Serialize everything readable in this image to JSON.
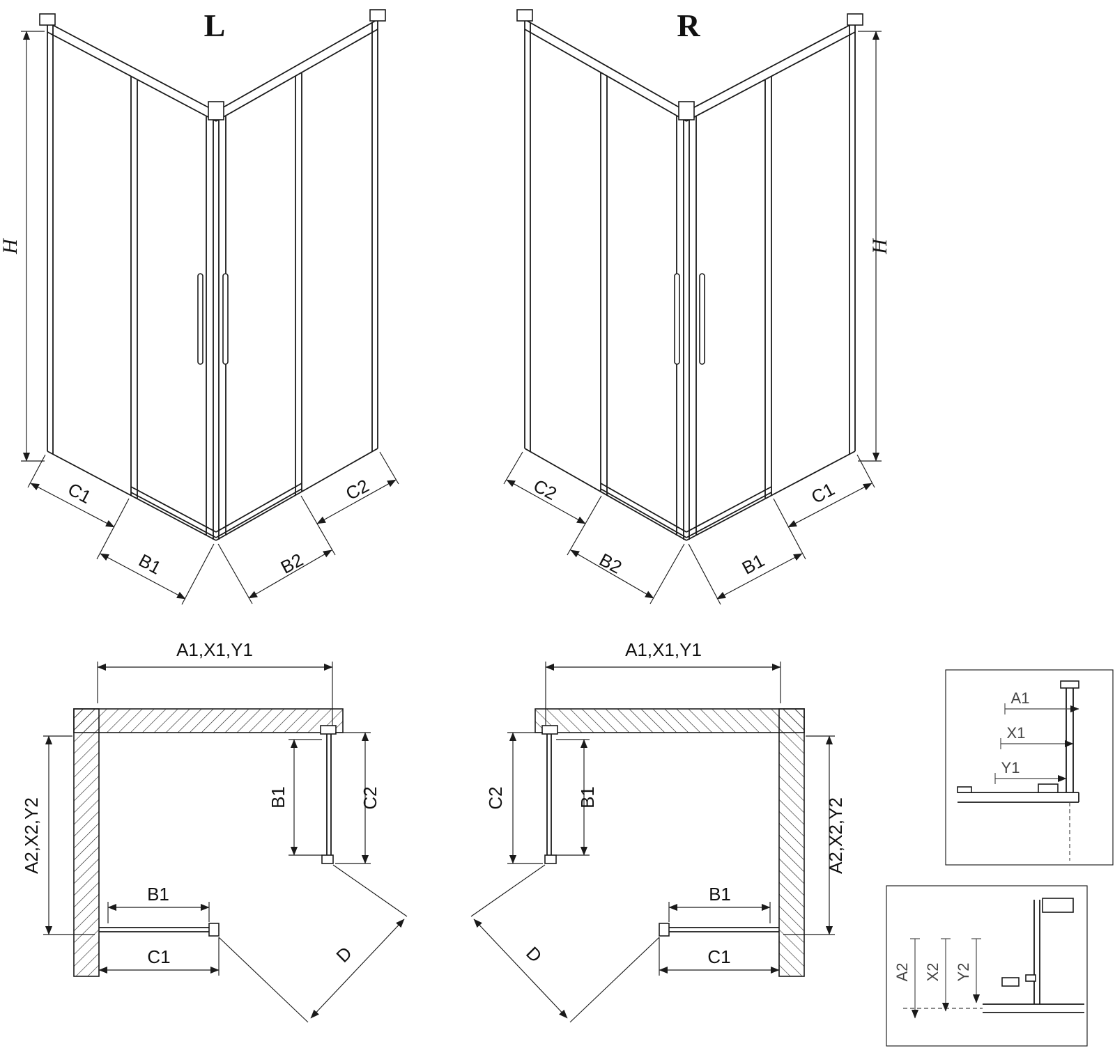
{
  "views": {
    "iso_left": {
      "title": "L",
      "height_label": "H",
      "base_labels": {
        "outer_left": "C1",
        "inner_left": "B1",
        "inner_right": "B2",
        "outer_right": "C2"
      }
    },
    "iso_right": {
      "title": "R",
      "height_label": "H",
      "base_labels": {
        "outer_left": "C2",
        "inner_left": "B2",
        "inner_right": "B1",
        "outer_right": "C1"
      }
    },
    "plan_left": {
      "width_label": "A1,X1,Y1",
      "depth_label": "A2,X2,Y2",
      "door_side_label": "B1",
      "fixed_side_label": "C2",
      "door_bottom_label": "B1",
      "fixed_bottom_label": "C1",
      "diagonal_label": "D"
    },
    "plan_right": {
      "width_label": "A1,X1,Y1",
      "depth_label": "A2,X2,Y2",
      "door_side_label": "B1",
      "fixed_side_label": "C2",
      "door_bottom_label": "B1",
      "fixed_bottom_label": "C1",
      "diagonal_label": "D"
    },
    "detail_width": {
      "labels": [
        "A1",
        "X1",
        "Y1"
      ]
    },
    "detail_depth": {
      "labels": [
        "A2",
        "X2",
        "Y2"
      ]
    }
  }
}
